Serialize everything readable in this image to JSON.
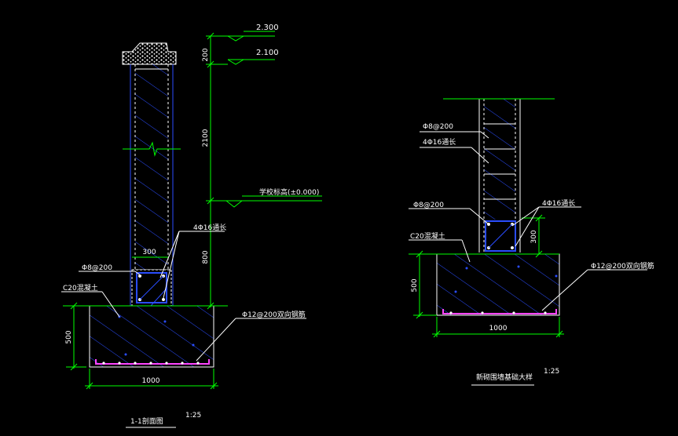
{
  "colors": {
    "background": "#000000",
    "dimension": "#00ff00",
    "wall_outline": "#2a4dff",
    "hatch": "#2a4dff",
    "rebar_ring": "#ffffff",
    "rebar_bottom": "#ff44ff",
    "text": "#ffffff",
    "leader": "#ffffff"
  },
  "left_section": {
    "elev_top": "2.300",
    "elev_mid": "2.100",
    "elev_ground": "学校标高(±0.000)",
    "dim_cap": "200",
    "dim_wall": "2100",
    "dim_beam_h": "800",
    "dim_beam_w": "300",
    "dim_footing_h": "500",
    "dim_footing_w": "1000",
    "label_stirrup": "Φ8@200",
    "label_main_bar": "4Φ16通长",
    "label_concrete": "C20混凝土",
    "label_mesh": "Φ12@200双向钢筋",
    "title": "1-1剖面图",
    "scale": "1:25"
  },
  "right_section": {
    "label_stirrup_top": "Φ8@200",
    "label_main_bar_top": "4Φ16通长",
    "label_stirrup": "Φ8@200",
    "label_main_bar": "4Φ16通长",
    "label_concrete": "C20混凝土",
    "label_mesh": "Φ12@200双向钢筋",
    "dim_beam_h": "300",
    "dim_footing_h": "500",
    "dim_footing_w": "1000",
    "title": "新砌围墙基础大样",
    "scale": "1:25"
  }
}
